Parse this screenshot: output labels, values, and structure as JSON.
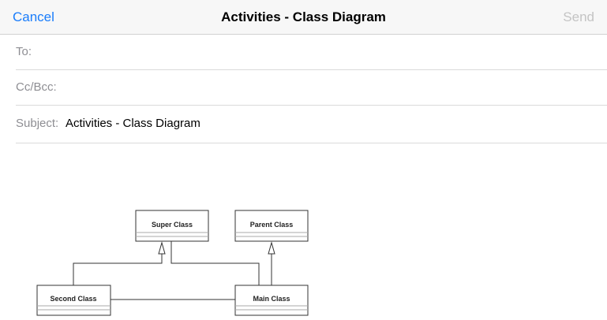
{
  "navbar": {
    "cancel_label": "Cancel",
    "title": "Activities - Class Diagram",
    "send_label": "Send"
  },
  "fields": {
    "to_label": "To:",
    "to_value": "",
    "cc_label": "Cc/Bcc:",
    "cc_value": "",
    "subject_label": "Subject:",
    "subject_value": "Activities - Class Diagram"
  },
  "diagram": {
    "classes": {
      "super": "Super Class",
      "parent": "Parent Class",
      "second": "Second Class",
      "main": "Main Class"
    }
  },
  "colors": {
    "accent": "#1a7dfb",
    "disabled": "#c4c4c4",
    "label_gray": "#8e8e93"
  }
}
